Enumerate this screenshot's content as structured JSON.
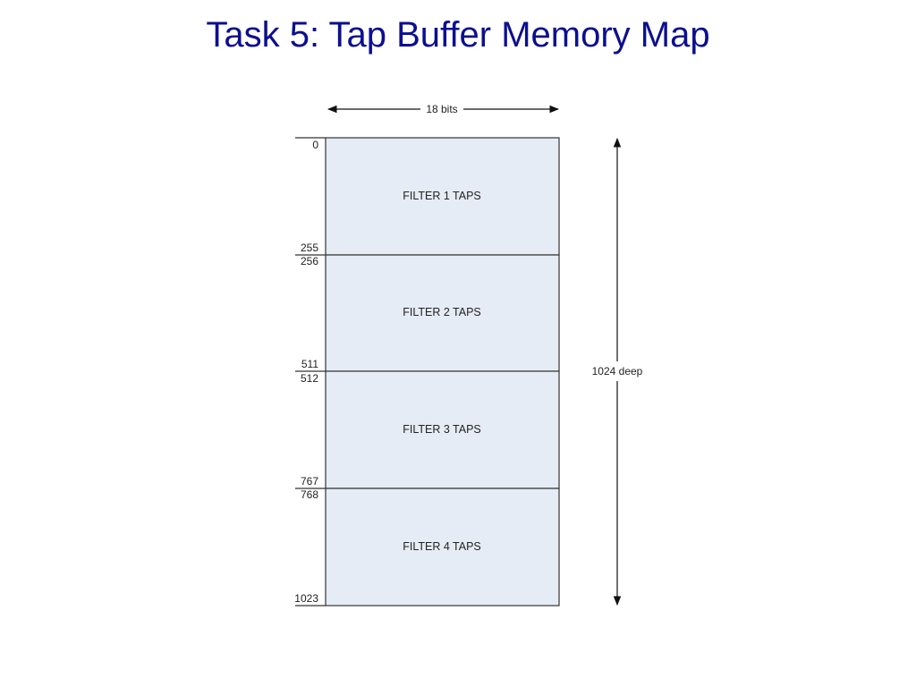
{
  "title": "Task 5: Tap Buffer Memory Map",
  "diagram": {
    "width_label": "18 bits",
    "depth_label": "1024 deep",
    "fill_color": "#e6ecf6",
    "line_color": "#333333",
    "regions": [
      {
        "label": "FILTER 1 TAPS",
        "start": "0",
        "end": "255"
      },
      {
        "label": "FILTER 2 TAPS",
        "start": "256",
        "end": "511"
      },
      {
        "label": "FILTER 3 TAPS",
        "start": "512",
        "end": "767"
      },
      {
        "label": "FILTER 4 TAPS",
        "start": "768",
        "end": "1023"
      }
    ]
  }
}
